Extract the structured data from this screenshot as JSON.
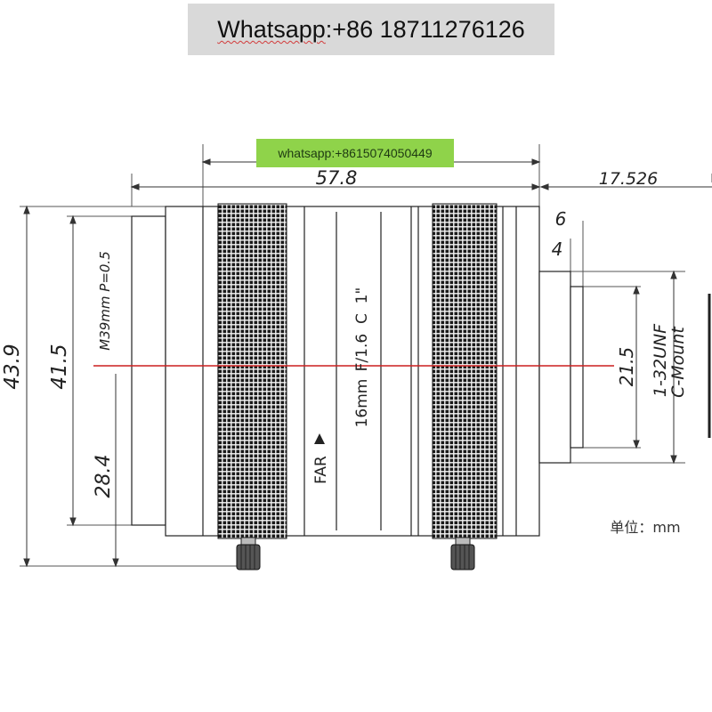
{
  "header": {
    "prefix": "Whatsapp",
    "suffix": ":+86 18711276126"
  },
  "watermark_label": "whatsapp:+8615074050449",
  "dimensions": {
    "overall_length": "57.8",
    "flange_distance": "17.526",
    "outer_diameter": "43.9",
    "thread_outer": "41.5",
    "body_diameter": "28.4",
    "thread_note": "M39mm P=0.5",
    "mount_diameter": "21.5",
    "mount_thread": "1-32UNF",
    "mount_name": "C-Mount",
    "step_6": "6",
    "step_4": "4"
  },
  "lens_markings": {
    "focal": "16mm",
    "spec": "F/1.6  C  1\"",
    "far": "FAR"
  },
  "unit_label": "单位：mm",
  "colors": {
    "outline": "#222222",
    "centerline": "#cc1f1f",
    "banner": "#d9d9d9",
    "green_label": "#8fd34a"
  }
}
